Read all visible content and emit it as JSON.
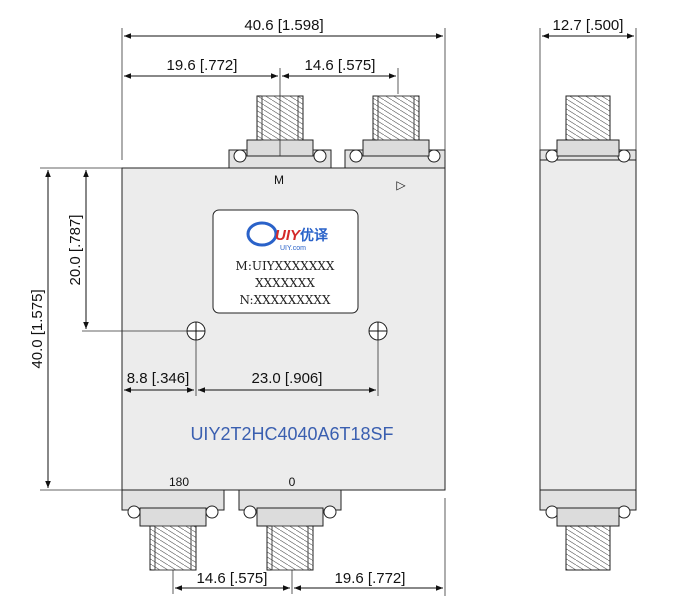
{
  "dimensions": {
    "overall_width": "40.6 [1.598]",
    "top_left_offset": "19.6 [.772]",
    "top_spacing": "14.6 [.575]",
    "side_width": "12.7 [.500]",
    "overall_height": "40.0 [1.575]",
    "hole_height": "20.0 [.787]",
    "hole_left_offset": "8.8 [.346]",
    "hole_spacing": "23.0 [.906]",
    "bottom_spacing": "14.6 [.575]",
    "bottom_right_offset": "19.6 [.772]"
  },
  "ports": {
    "top_left_symbol": "M",
    "top_right_symbol": "▷",
    "bottom_left": "180",
    "bottom_right": "0"
  },
  "label": {
    "logo_letters": "UIY",
    "logo_cn": "优译",
    "logo_web": "UIY.com",
    "line1": "M:UIYXXXXXXX",
    "line2": "XXXXXXX",
    "line3": "N:XXXXXXXXX"
  },
  "model_number": "UIY2T2HC4040A6T18SF",
  "colors": {
    "model_text": "#3a5fb0",
    "logo_blue": "#2a62c9",
    "logo_red": "#d42a2a"
  }
}
